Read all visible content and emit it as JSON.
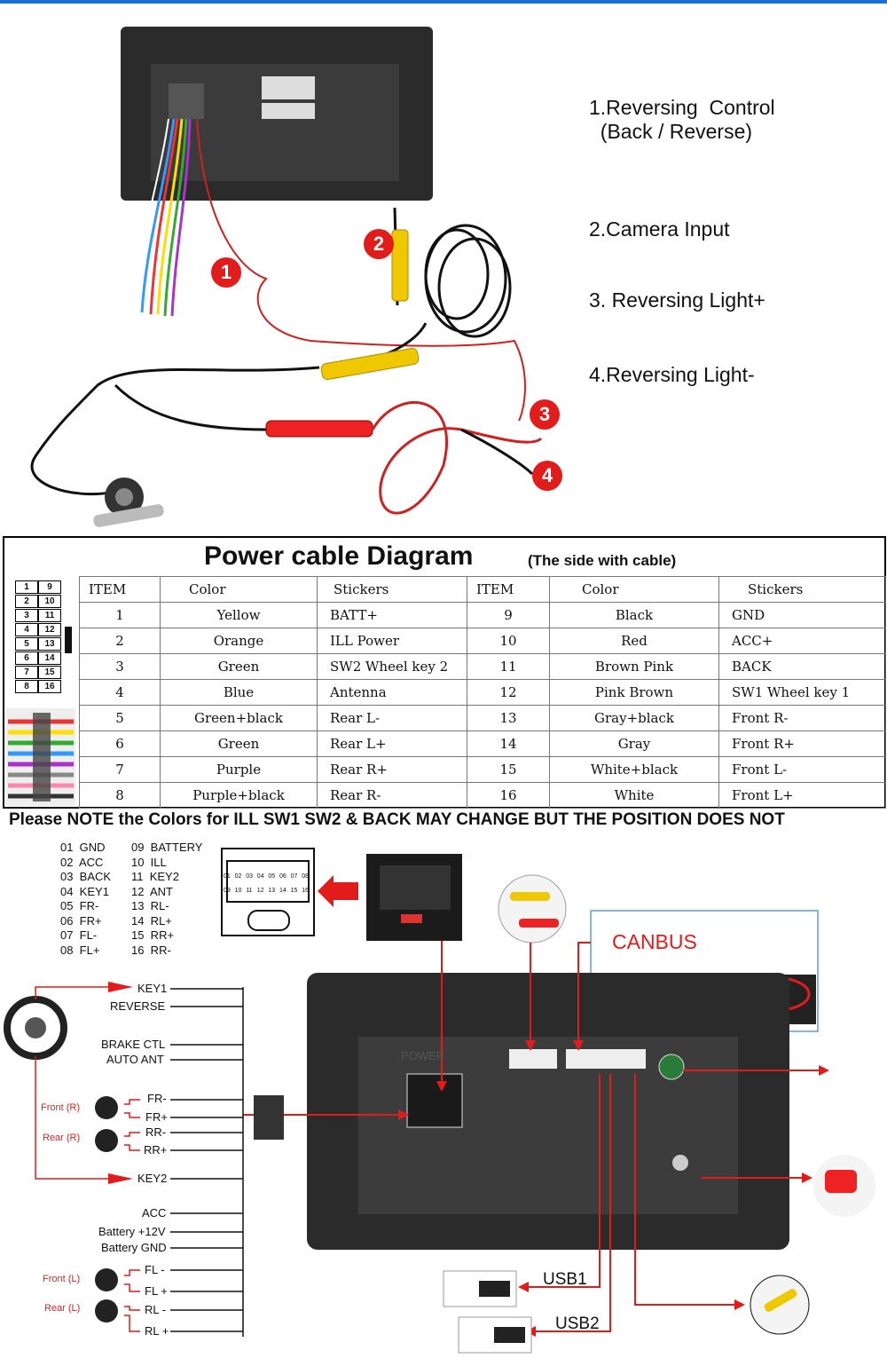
{
  "callouts": [
    "1.Reversing  Control\n  (Back / Reverse)",
    "2.Camera Input",
    "3. Reversing Light+",
    "4.Reversing Light-"
  ],
  "markers": [
    "1",
    "2",
    "3",
    "4"
  ],
  "power_table": {
    "title": "Power cable Diagram",
    "subtitle": "(The side with cable)",
    "headers": [
      "ITEM",
      "Color",
      "Stickers",
      "ITEM",
      "Color",
      "Stickers"
    ],
    "rows": [
      [
        "1",
        "Yellow",
        "BATT+",
        "9",
        "Black",
        "GND"
      ],
      [
        "2",
        "Orange",
        "ILL Power",
        "10",
        "Red",
        "ACC+"
      ],
      [
        "3",
        "Green",
        "SW2 Wheel key 2",
        "11",
        "Brown  Pink",
        "BACK"
      ],
      [
        "4",
        "Blue",
        "Antenna",
        "12",
        "Pink  Brown",
        "SW1 Wheel key 1"
      ],
      [
        "5",
        "Green+black",
        "Rear L-",
        "13",
        "Gray+black",
        "Front R-"
      ],
      [
        "6",
        "Green",
        "Rear L+",
        "14",
        "Gray",
        "Front R+"
      ],
      [
        "7",
        "Purple",
        "Rear R+",
        "15",
        "White+black",
        "Front L-"
      ],
      [
        "8",
        "Purple+black",
        "Rear R-",
        "16",
        "White",
        "Front L+"
      ]
    ],
    "pin_left": [
      "1",
      "2",
      "3",
      "4",
      "5",
      "6",
      "7",
      "8"
    ],
    "pin_right": [
      "9",
      "10",
      "11",
      "12",
      "13",
      "14",
      "15",
      "16"
    ]
  },
  "note": "Please NOTE the Colors for ILL SW1 SW2 & BACK MAY CHANGE BUT THE POSITION DOES NOT",
  "pin_list_left": "01  GND\n02  ACC\n03  BACK\n04  KEY1\n05  FR-\n06  FR+\n07  FL-\n08  FL+",
  "pin_list_right": "09  BATTERY\n10  ILL\n11  KEY2\n12  ANT\n13  RL-\n14  RL+\n15  RR+\n16  RR-",
  "connector_pins_top": [
    "01",
    "02",
    "03",
    "04",
    "05",
    "06",
    "07",
    "08"
  ],
  "connector_pins_bottom": [
    "09",
    "10",
    "11",
    "12",
    "13",
    "14",
    "15",
    "16"
  ],
  "wiring_labels": {
    "key1": "KEY1",
    "reverse": "REVERSE",
    "brake": "BRAKE CTL",
    "auto_ant": "AUTO ANT",
    "fr_minus": "FR-",
    "fr_plus": "FR+",
    "rr_minus": "RR-",
    "rr_plus": "RR+",
    "key2": "KEY2",
    "acc": "ACC",
    "battery": "Battery +12V",
    "battery_gnd": "Battery GND",
    "fl_minus": "FL -",
    "fl_plus": "FL +",
    "rl_minus": "RL -",
    "rl_plus": "RL +"
  },
  "speaker_labels": {
    "front_r": "Front (R)",
    "rear_r": "Rear (R)",
    "front_l": "Front (L)",
    "rear_l": "Rear (L)"
  },
  "canbus": "CANBUS",
  "usb1": "USB1",
  "usb2": "USB2",
  "power_stamp": "POWER",
  "colors": {
    "accent_red": "#e21b1b",
    "top_bar": "#1d6fd1",
    "unit_dark": "#2b2b2b"
  }
}
